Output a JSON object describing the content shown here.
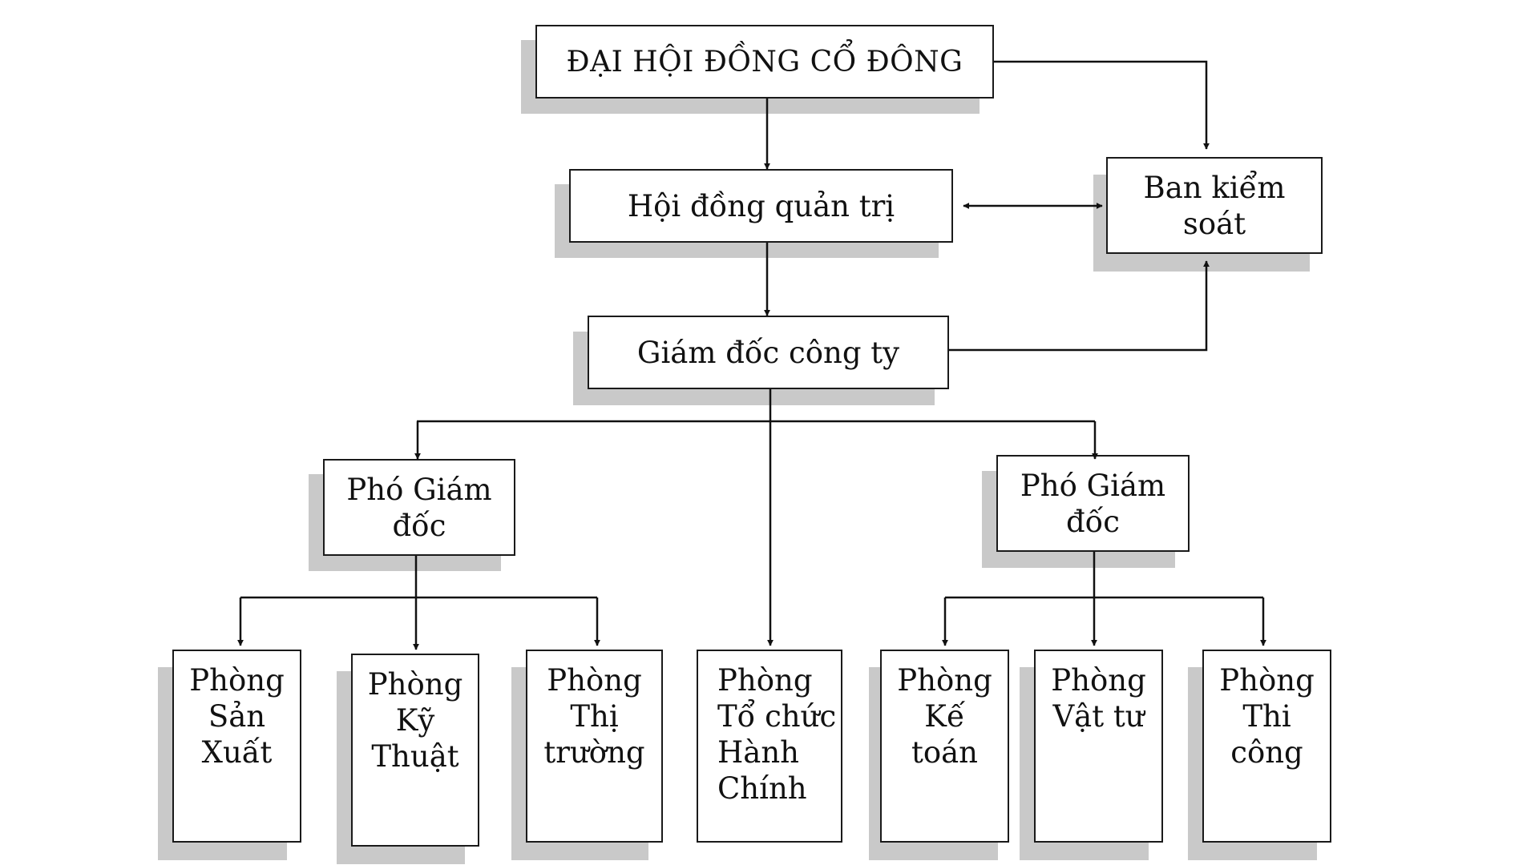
{
  "chart": {
    "nodes": {
      "shareholders": "ĐẠI HỘI ĐỒNG CỔ ĐÔNG",
      "board": "Hội đồng quản trị",
      "supervisory": "Ban kiểm\nsoát",
      "director": "Giám đốc công ty",
      "deputy_left": "Phó Giám\nđốc",
      "deputy_right": "Phó Giám\nđốc",
      "dept_production": "Phòng\nSản\nXuất",
      "dept_technical": "Phòng\nKỹ\nThuật",
      "dept_market": "Phòng\nThị\ntrường",
      "dept_admin": "Phòng\nTổ chức\nHành\nChính",
      "dept_accounting": "Phòng\nKế\ntoán",
      "dept_materials": "Phòng\nVật tư",
      "dept_construction": "Phòng\nThi\ncông"
    }
  }
}
